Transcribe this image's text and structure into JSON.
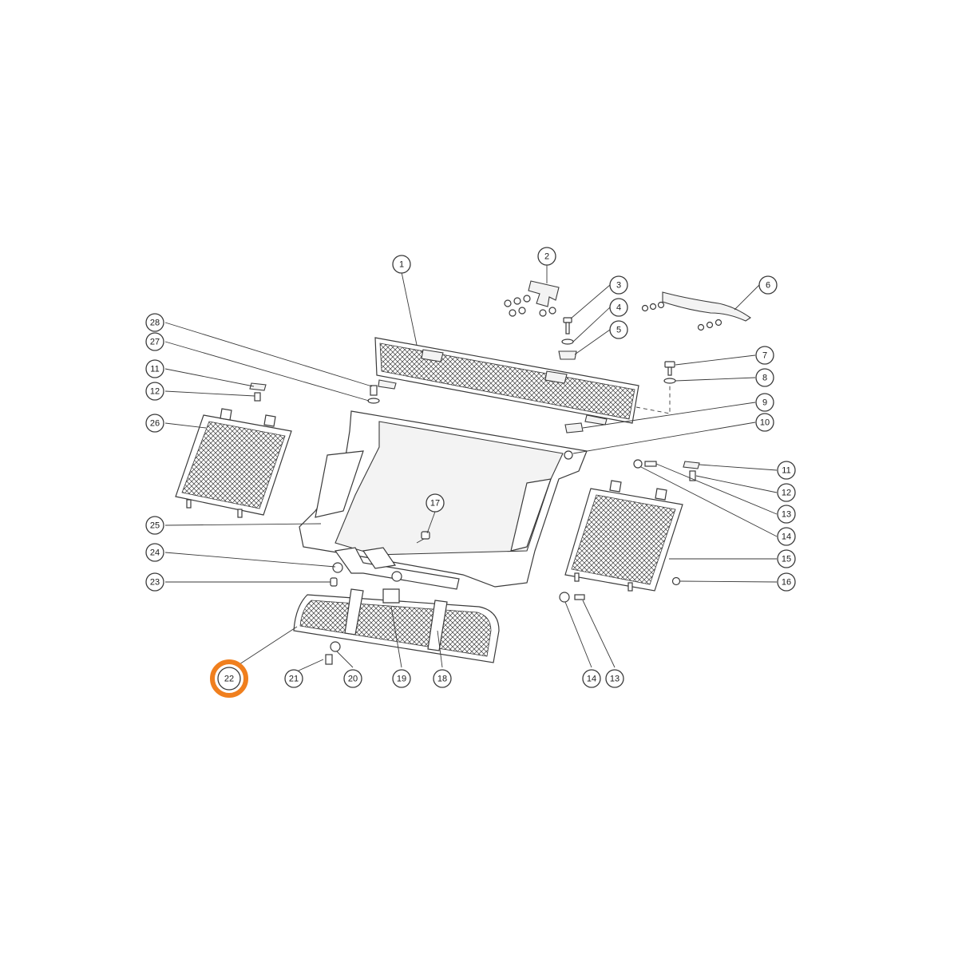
{
  "colors": {
    "highlight": "#f07f1e",
    "line": "#3a3a3a",
    "background": "#ffffff"
  },
  "highlighted_callout": "22",
  "callouts": [
    {
      "id": "1",
      "label": "1"
    },
    {
      "id": "2",
      "label": "2"
    },
    {
      "id": "3",
      "label": "3"
    },
    {
      "id": "4",
      "label": "4"
    },
    {
      "id": "5",
      "label": "5"
    },
    {
      "id": "6",
      "label": "6"
    },
    {
      "id": "7",
      "label": "7"
    },
    {
      "id": "8",
      "label": "8"
    },
    {
      "id": "9",
      "label": "9"
    },
    {
      "id": "10",
      "label": "10"
    },
    {
      "id": "11a",
      "label": "11"
    },
    {
      "id": "12a",
      "label": "12"
    },
    {
      "id": "11b",
      "label": "11"
    },
    {
      "id": "12b",
      "label": "12"
    },
    {
      "id": "13a",
      "label": "13"
    },
    {
      "id": "14a",
      "label": "14"
    },
    {
      "id": "15",
      "label": "15"
    },
    {
      "id": "16",
      "label": "16"
    },
    {
      "id": "17",
      "label": "17"
    },
    {
      "id": "18",
      "label": "18"
    },
    {
      "id": "19",
      "label": "19"
    },
    {
      "id": "20",
      "label": "20"
    },
    {
      "id": "21",
      "label": "21"
    },
    {
      "id": "22",
      "label": "22"
    },
    {
      "id": "23",
      "label": "23"
    },
    {
      "id": "24",
      "label": "24"
    },
    {
      "id": "25",
      "label": "25"
    },
    {
      "id": "26",
      "label": "26"
    },
    {
      "id": "27",
      "label": "27"
    },
    {
      "id": "28",
      "label": "28"
    },
    {
      "id": "14b",
      "label": "14"
    },
    {
      "id": "13b",
      "label": "13"
    }
  ]
}
